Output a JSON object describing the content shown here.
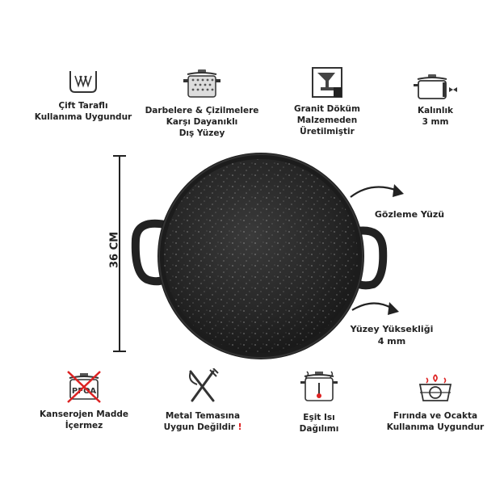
{
  "top_features": [
    {
      "icon": "double-sided-pan-icon",
      "lines": [
        "Çift Taraflı",
        "Kullanıma Uygundur"
      ]
    },
    {
      "icon": "textured-pot-icon",
      "lines": [
        "Darbelere & Çizilmelere",
        "Karşı Dayanıklı",
        "Dış Yüzey"
      ]
    },
    {
      "icon": "granite-casting-icon",
      "lines": [
        "Granit Döküm",
        "Malzemeden",
        "Üretilmiştir"
      ]
    },
    {
      "icon": "thickness-pot-icon",
      "lines": [
        "Kalınlık",
        "3 mm"
      ]
    }
  ],
  "bottom_features": [
    {
      "icon": "no-pfoa-icon",
      "badge": "PFOA",
      "lines": [
        "Kanserojen Madde",
        "İçermez"
      ]
    },
    {
      "icon": "fork-knife-icon",
      "lines": [
        "Metal Temasına",
        "Uygun Değildir"
      ],
      "alert": "!"
    },
    {
      "icon": "heat-distribution-pot-icon",
      "lines": [
        "Eşit Isı",
        "Dağılımı"
      ]
    },
    {
      "icon": "gas-burner-icon",
      "lines": [
        "Fırında ve Ocakta",
        "Kullanıma Uygundur"
      ]
    }
  ],
  "dimension": {
    "label": "36 CM"
  },
  "callouts": {
    "surface": "Gözleme Yüzü",
    "height_title": "Yüzey Yüksekliği",
    "height_value": "4 mm"
  }
}
